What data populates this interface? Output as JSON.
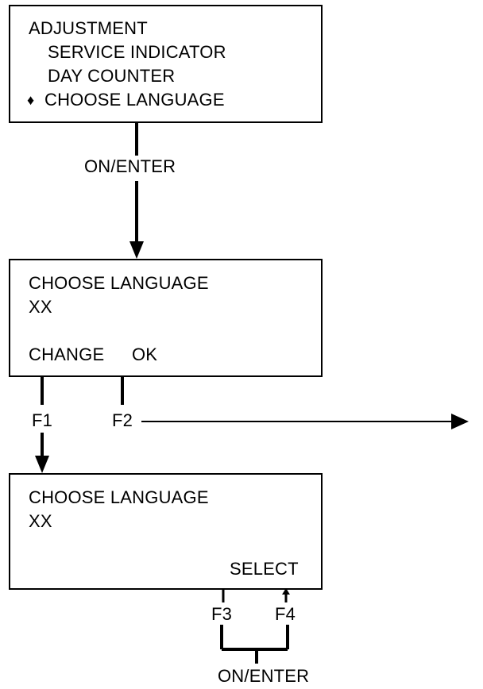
{
  "screen1": {
    "title": "ADJUSTMENT",
    "items": [
      "SERVICE INDICATOR",
      "DAY COUNTER",
      "CHOOSE LANGUAGE"
    ],
    "cursor": "♦"
  },
  "screen2": {
    "title": "CHOOSE LANGUAGE",
    "value": "XX",
    "softkeys": [
      "CHANGE",
      "OK"
    ]
  },
  "screen3": {
    "title": "CHOOSE LANGUAGE",
    "value": "XX",
    "softkey": "SELECT"
  },
  "keys": {
    "on_enter_1": "ON/ENTER",
    "f1": "F1",
    "f2": "F2",
    "f3": "F3",
    "f4": "F4",
    "on_enter_2": "ON/ENTER"
  }
}
